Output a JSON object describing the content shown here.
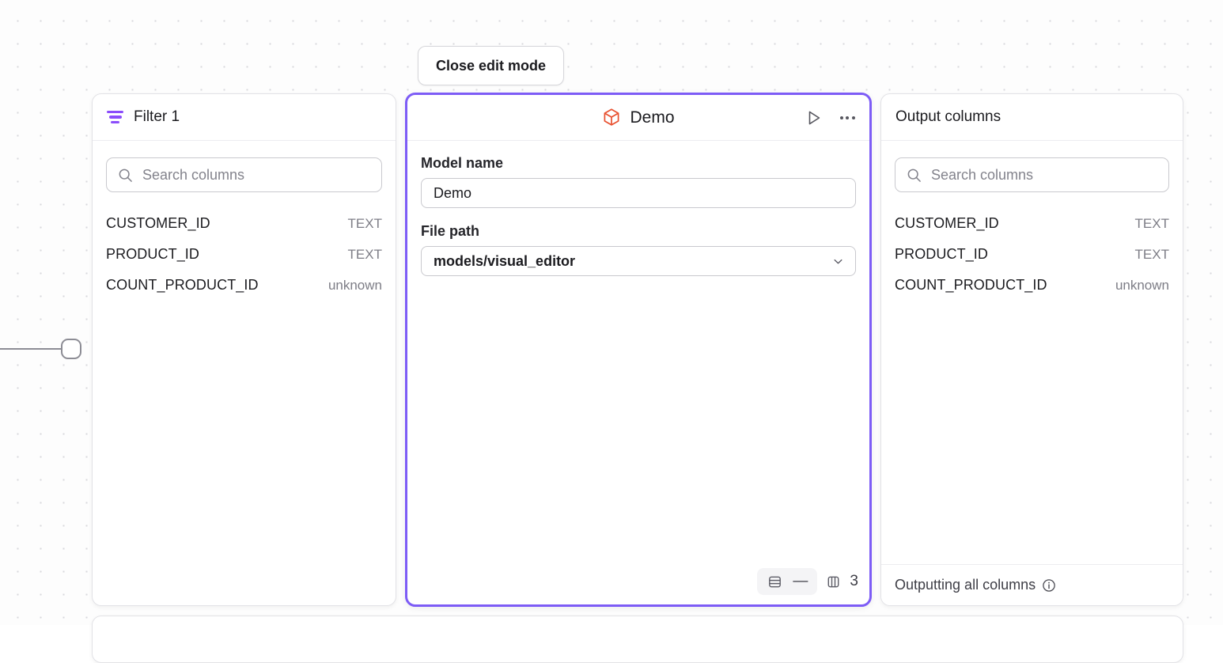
{
  "toolbar": {
    "close_edit_mode_label": "Close edit mode"
  },
  "nodes": {
    "filter": {
      "title": "Filter 1",
      "icon": "filter-icon",
      "accent_color": "#8b4dfb",
      "search": {
        "placeholder": "Search columns",
        "value": ""
      },
      "columns": [
        {
          "name": "CUSTOMER_ID",
          "type": "TEXT"
        },
        {
          "name": "PRODUCT_ID",
          "type": "TEXT"
        },
        {
          "name": "COUNT_PRODUCT_ID",
          "type": "unknown"
        }
      ]
    },
    "demo": {
      "title": "Demo",
      "icon": "cube-icon",
      "icon_color": "#e8502f",
      "selected_border_color": "#7d5cf6",
      "run_label": "run-icon",
      "menu_label": "more-options-icon",
      "fields": {
        "model_name_label": "Model name",
        "model_name_value": "Demo",
        "file_path_label": "File path",
        "file_path_value": "models/visual_editor"
      },
      "stats": {
        "rows_icon": "rows-icon",
        "rows_value": "—",
        "columns_icon": "columns-icon",
        "columns_value": "3"
      }
    },
    "output": {
      "title": "Output columns",
      "search": {
        "placeholder": "Search columns",
        "value": ""
      },
      "columns": [
        {
          "name": "CUSTOMER_ID",
          "type": "TEXT"
        },
        {
          "name": "PRODUCT_ID",
          "type": "TEXT"
        },
        {
          "name": "COUNT_PRODUCT_ID",
          "type": "unknown"
        }
      ],
      "footer_text": "Outputting all columns",
      "footer_icon": "info-icon"
    }
  }
}
